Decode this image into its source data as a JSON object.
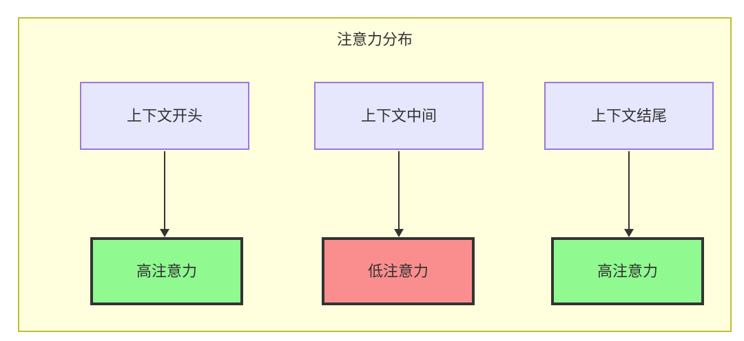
{
  "diagram": {
    "title": "注意力分布",
    "colors": {
      "container_fill": "#ffffdd",
      "container_border": "#bfbf33",
      "source_fill": "#e6e6fd",
      "source_border": "#9a78db",
      "high_attention_fill": "#90fa90",
      "low_attention_fill": "#fa8e8e",
      "result_border": "#333333",
      "text": "#333333",
      "edge": "#333333"
    },
    "nodes": [
      {
        "id": "ctx-start",
        "label": "上下文开头",
        "row": "top",
        "column": "left"
      },
      {
        "id": "ctx-middle",
        "label": "上下文中间",
        "row": "top",
        "column": "middle"
      },
      {
        "id": "ctx-end",
        "label": "上下文结尾",
        "row": "top",
        "column": "right"
      },
      {
        "id": "attn-high-left",
        "label": "高注意力",
        "row": "bottom",
        "column": "left",
        "level": "high"
      },
      {
        "id": "attn-low-middle",
        "label": "低注意力",
        "row": "bottom",
        "column": "middle",
        "level": "low"
      },
      {
        "id": "attn-high-right",
        "label": "高注意力",
        "row": "bottom",
        "column": "right",
        "level": "high"
      }
    ],
    "edges": [
      {
        "from": "ctx-start",
        "to": "attn-high-left",
        "arrow": "down"
      },
      {
        "from": "ctx-middle",
        "to": "attn-low-middle",
        "arrow": "down"
      },
      {
        "from": "ctx-end",
        "to": "attn-high-right",
        "arrow": "down"
      }
    ]
  }
}
